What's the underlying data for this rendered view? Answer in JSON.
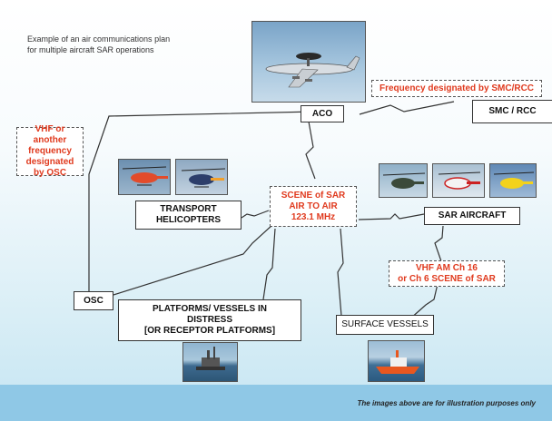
{
  "caption": "Example of an air communications plan\nfor multiple aircraft SAR operations",
  "nodes": {
    "aco": "ACO",
    "smc_rcc": "SMC / RCC",
    "freq_smc": "Frequency designated by SMC/RCC",
    "vhf_osc": "VHF or another\nfrequency\ndesignated\nby OSC",
    "transport": "TRANSPORT\nHELICOPTERS",
    "scene": "SCENE of SAR\nAIR TO AIR\n123.1 MHz",
    "sar_aircraft": "SAR AIRCRAFT",
    "vhf_am": "VHF AM Ch 16\nor Ch 6 SCENE of SAR",
    "osc": "OSC",
    "platforms": "PLATFORMS/ VESSELS IN\nDISTRESS\n[OR RECEPTOR PLATFORMS]",
    "surface": "SURFACE VESSELS"
  },
  "footer": "The images above are for illustration purposes only",
  "colors": {
    "accent_red": "#e03a1e",
    "footer_bar": "#8fc8e6"
  }
}
